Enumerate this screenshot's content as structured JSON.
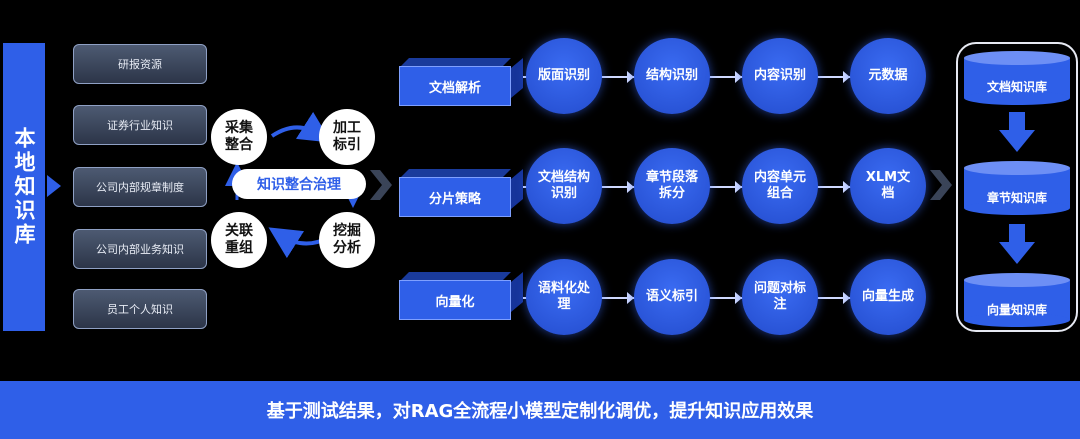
{
  "left_bar": {
    "label": "本地知识库"
  },
  "sources": [
    {
      "label": "研报资源"
    },
    {
      "label": "证券行业知识"
    },
    {
      "label": "公司内部规章制度"
    },
    {
      "label": "公司内部业务知识"
    },
    {
      "label": "员工个人知识"
    }
  ],
  "cycle": {
    "center": "知识整合治理",
    "nodes": [
      {
        "label": "采集整合"
      },
      {
        "label": "加工标引"
      },
      {
        "label": "挖掘分析"
      },
      {
        "label": "关联重组"
      }
    ]
  },
  "rows": [
    {
      "label": "文档解析",
      "steps": [
        "版面识别",
        "结构识别",
        "内容识别",
        "元数据"
      ]
    },
    {
      "label": "分片策略",
      "steps": [
        "文档结构识别",
        "章节段落拆分",
        "内容单元组合",
        "XLM文档"
      ]
    },
    {
      "label": "向量化",
      "steps": [
        "语料化处理",
        "语义标引",
        "问题对标注",
        "向量生成"
      ]
    }
  ],
  "databases": [
    {
      "label": "文档知识库"
    },
    {
      "label": "章节知识库"
    },
    {
      "label": "向量知识库"
    }
  ],
  "banner": {
    "text": "基于测试结果，对RAG全流程小模型定制化调优，提升知识应用效果"
  },
  "colors": {
    "primary_blue": "#2f5fe8",
    "background": "#000000",
    "source_box": "#3a455c"
  }
}
